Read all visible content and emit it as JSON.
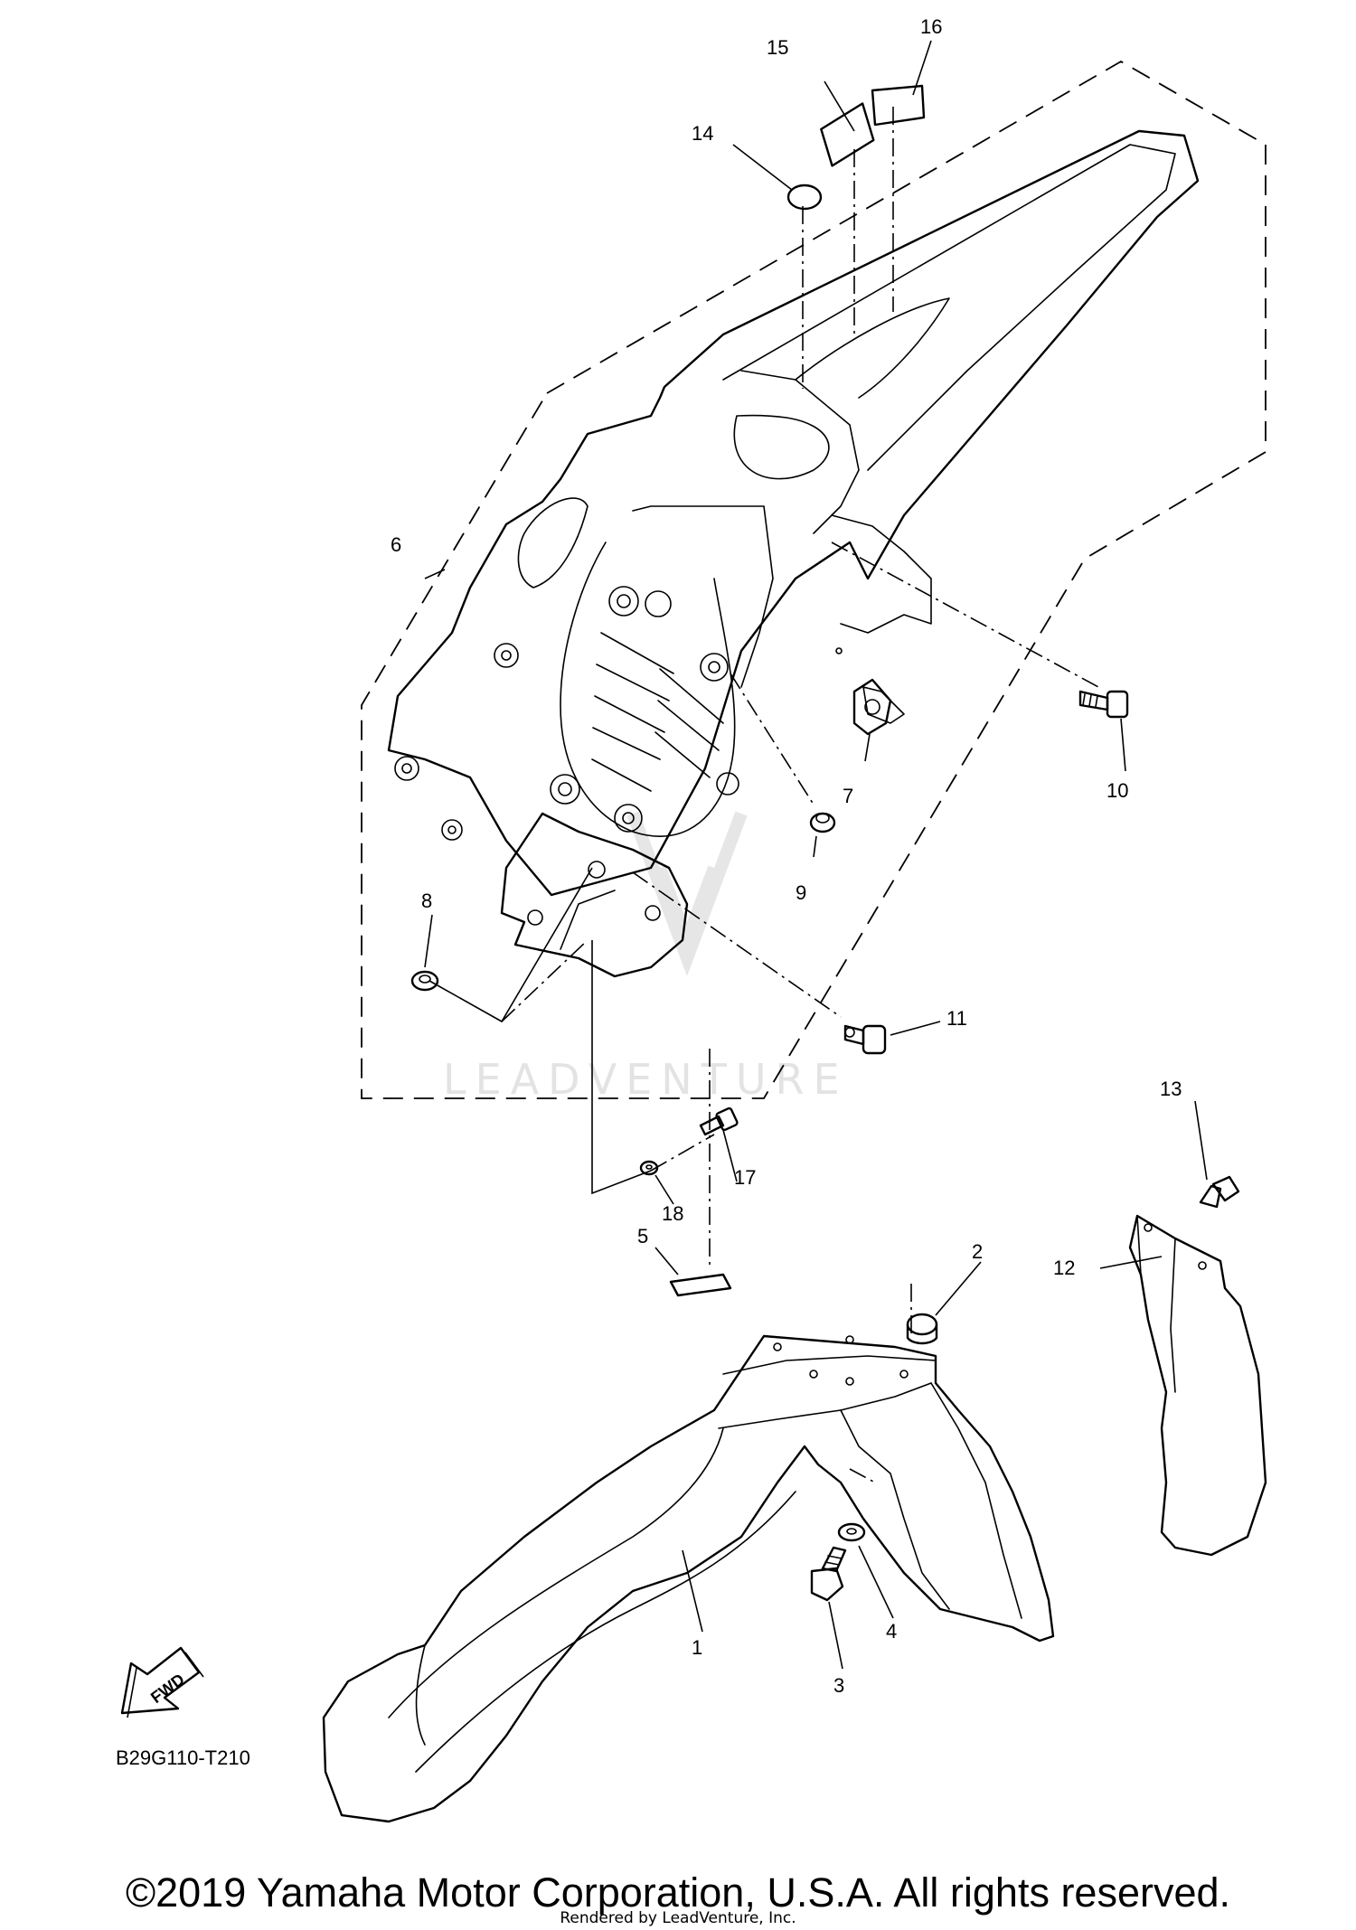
{
  "diagram_code": "B29G110-T210",
  "fwd_label": "FWD",
  "watermark": "LEADVENTURE",
  "copyright": "©2019 Yamaha Motor Corporation, U.S.A. All rights reserved.",
  "rendered_by": "Rendered by LeadVenture, Inc.",
  "callouts": {
    "c1": "1",
    "c2": "2",
    "c3": "3",
    "c4": "4",
    "c5": "5",
    "c6": "6",
    "c7": "7",
    "c8": "8",
    "c9": "9",
    "c10": "10",
    "c11": "11",
    "c12": "12",
    "c13": "13",
    "c14": "14",
    "c15": "15",
    "c16": "16",
    "c17": "17",
    "c18": "18"
  }
}
